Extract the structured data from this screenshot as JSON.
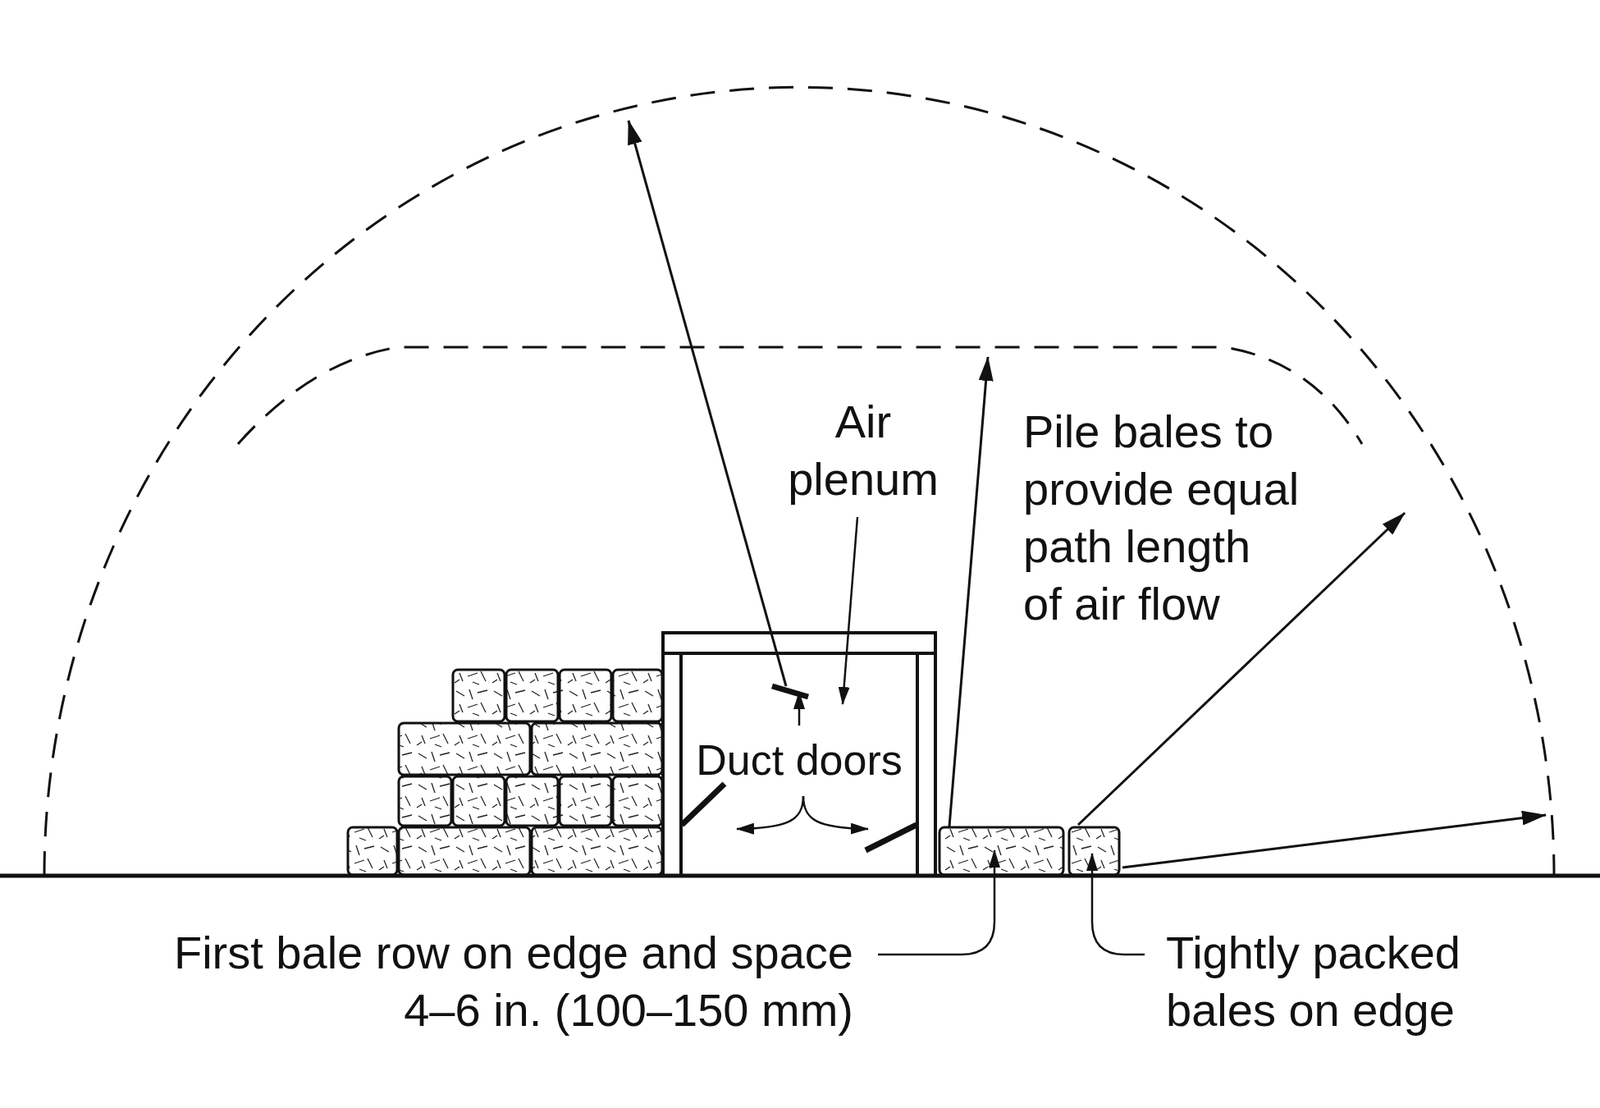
{
  "diagram": {
    "labels": [
      "Air plenum",
      "Duct doors",
      "Pile bales to provide equal path length of air flow",
      "First bale row on edge and space 4–6 in. (100–150 mm)",
      "Tightly packed bales on edge"
    ]
  }
}
